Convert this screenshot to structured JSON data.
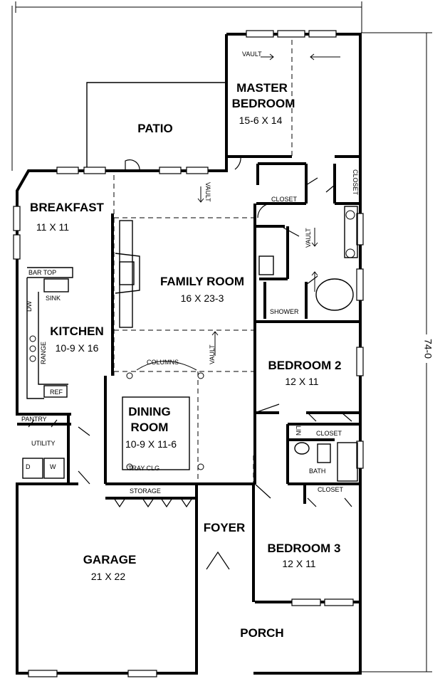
{
  "overall_dimensions": {
    "depth": "74-0"
  },
  "rooms": {
    "master_bedroom": {
      "name_line1": "MASTER",
      "name_line2": "BEDROOM",
      "size": "15-6 X 14"
    },
    "patio": {
      "name": "PATIO"
    },
    "breakfast": {
      "name": "BREAKFAST",
      "size": "11 X 11"
    },
    "family_room": {
      "name": "FAMILY ROOM",
      "size": "16 X 23-3"
    },
    "kitchen": {
      "name": "KITCHEN",
      "size": "10-9 X 16"
    },
    "dining_room": {
      "name_line1": "DINING",
      "name_line2": "ROOM",
      "size": "10-9 X 11-6"
    },
    "bedroom_2": {
      "name": "BEDROOM 2",
      "size": "12 X 11"
    },
    "bedroom_3": {
      "name": "BEDROOM 3",
      "size": "12 X 11"
    },
    "foyer": {
      "name": "FOYER"
    },
    "garage": {
      "name": "GARAGE",
      "size": "21 X 22"
    },
    "porch": {
      "name": "PORCH"
    }
  },
  "labels": {
    "vault": "VAULT",
    "closet": "CLOSET",
    "shower": "SHOWER",
    "bar_top": "BAR TOP",
    "sink": "SINK",
    "dw": "DW",
    "range": "RANGE",
    "ref": "REF",
    "pantry": "PANTRY",
    "utility": "UTILITY",
    "d": "D",
    "w": "W",
    "columns": "COLUMNS",
    "tray_clg": "TRAY CLG",
    "storage": "STORAGE",
    "lin": "LIN",
    "bath": "BATH"
  }
}
